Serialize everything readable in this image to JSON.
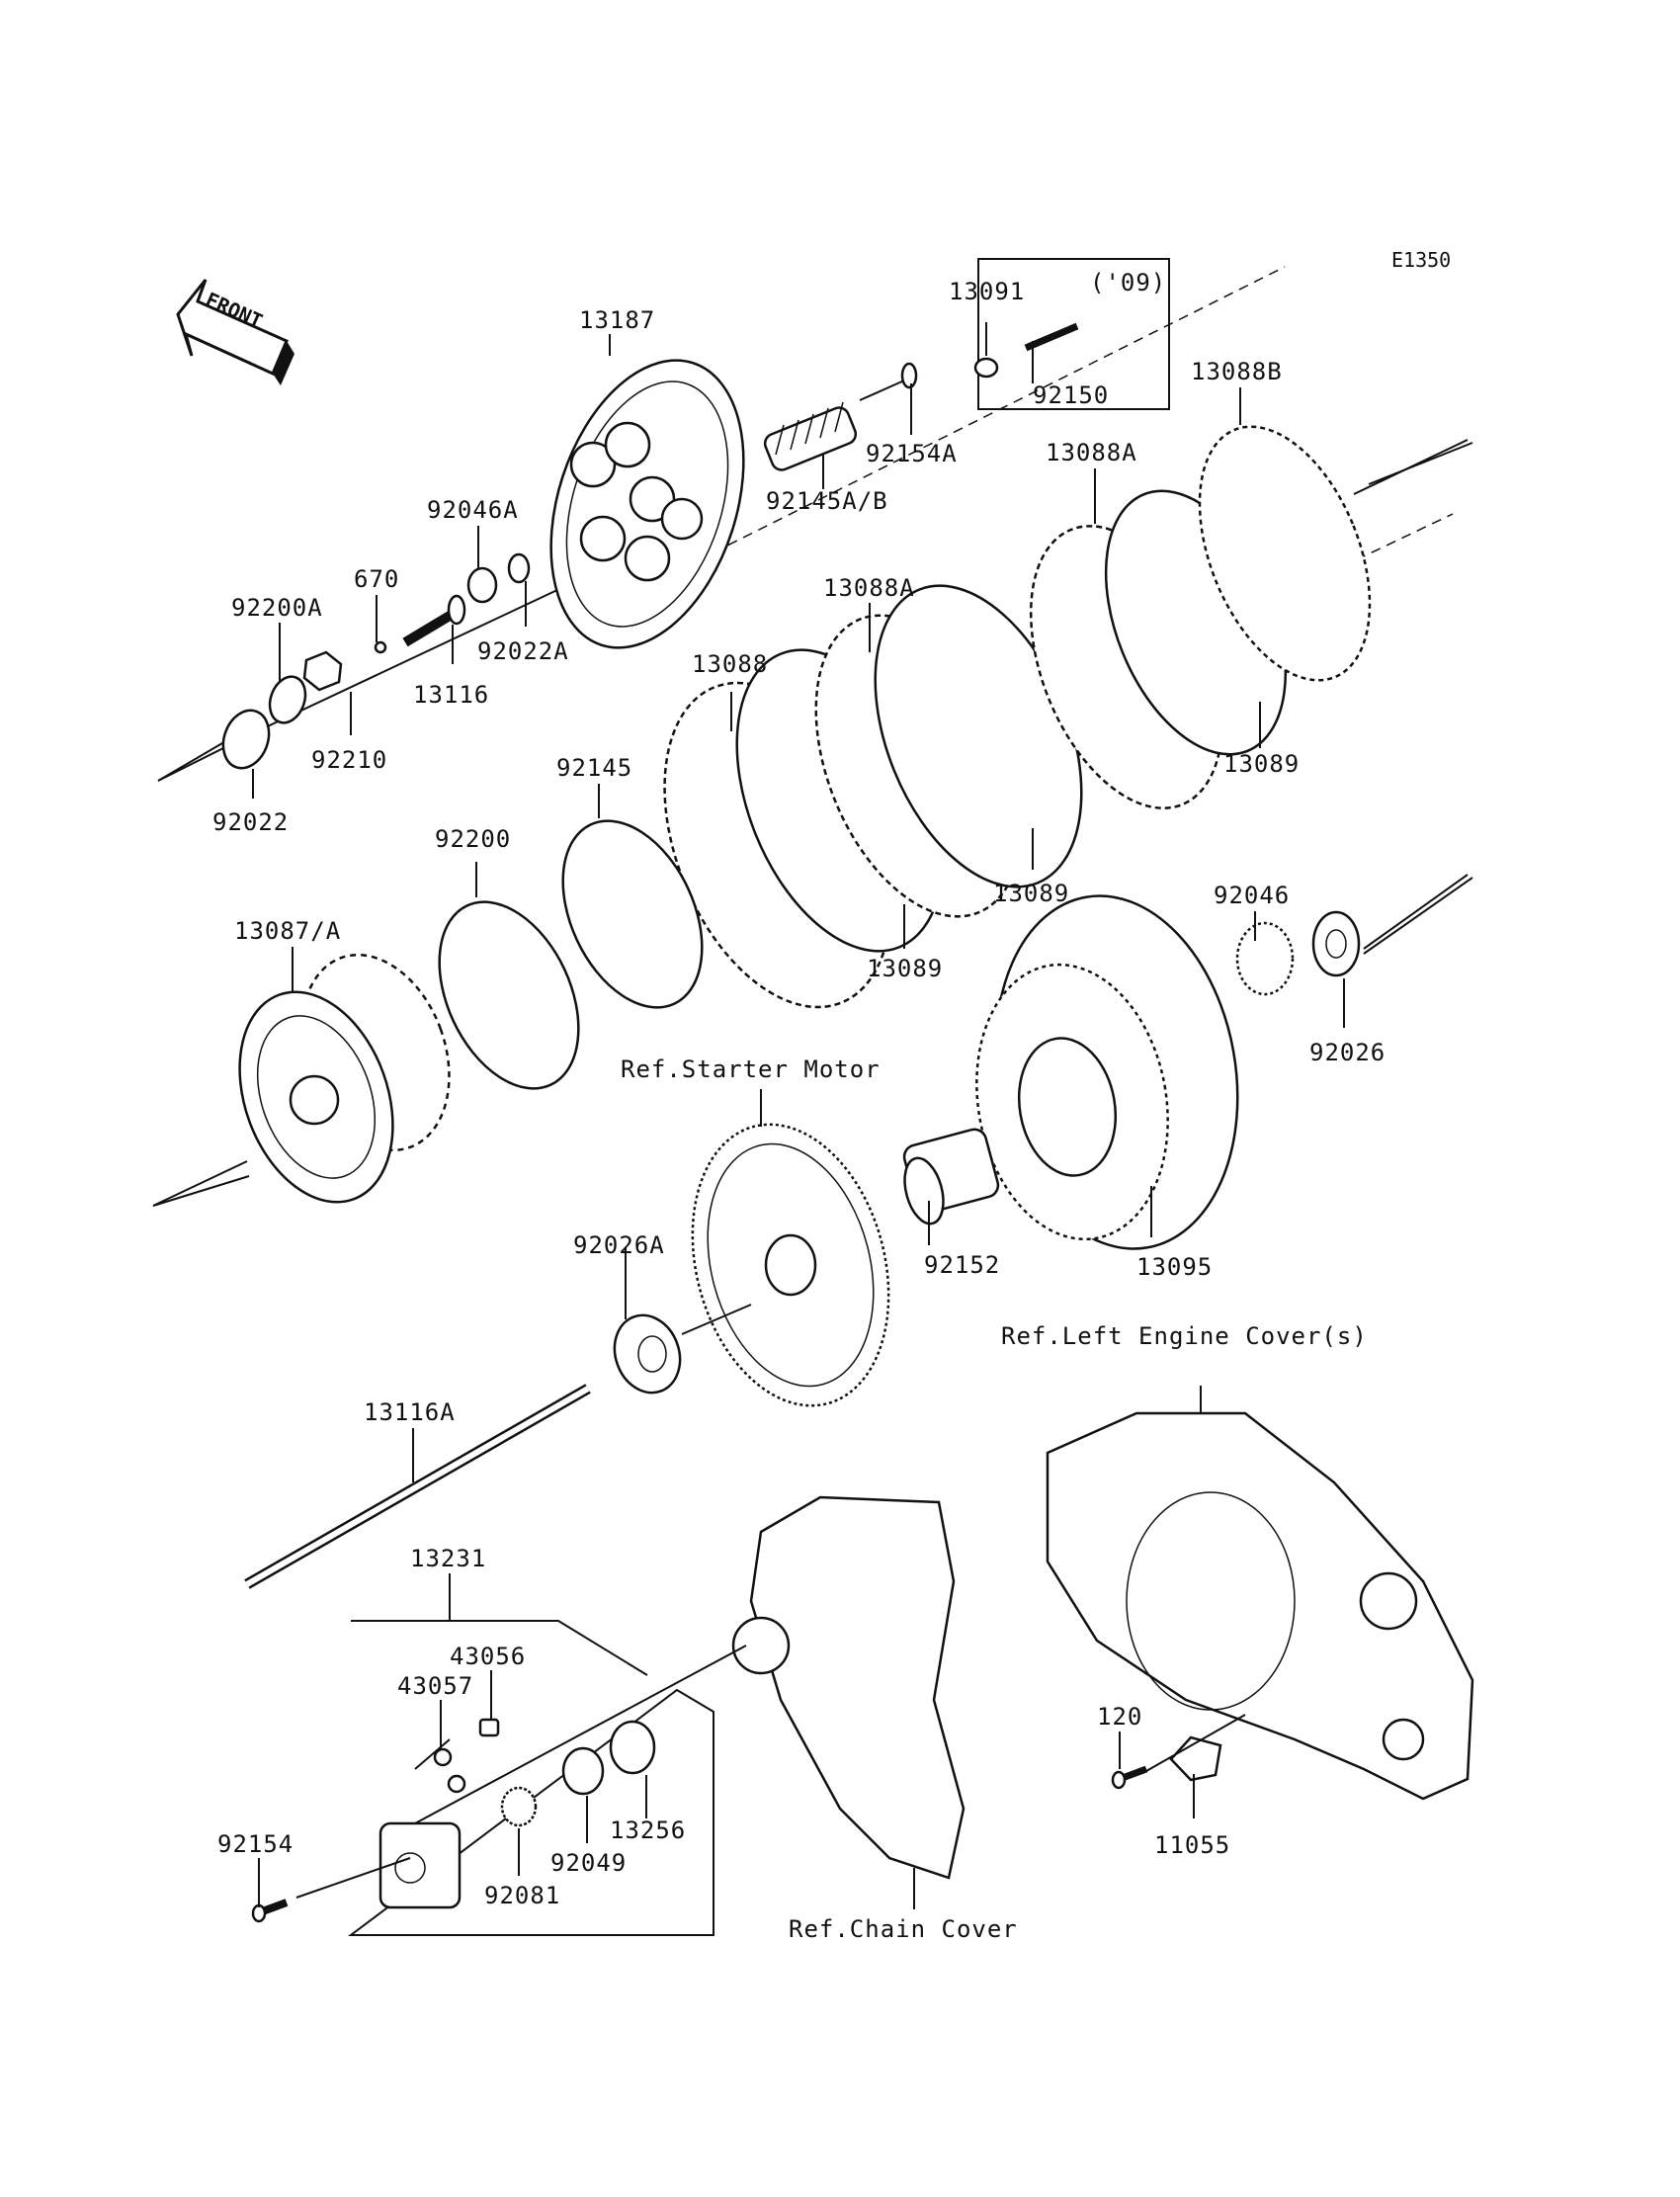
{
  "diagram_code": "E1350",
  "front_marker": "FRONT",
  "year_note": "('09)",
  "labels": {
    "p13187": "13187",
    "p13091": "13091",
    "p92150": "92150",
    "p92154A": "92154A",
    "p92145AB": "92145A/B",
    "p13088B": "13088B",
    "p13088A_top": "13088A",
    "p13088A_mid": "13088A",
    "p92046A": "92046A",
    "p670": "670",
    "p92200A": "92200A",
    "p92022A": "92022A",
    "p13116": "13116",
    "p92210": "92210",
    "p92022": "92022",
    "p13088": "13088",
    "p92145": "92145",
    "p92200": "92200",
    "p13089_right": "13089",
    "p13089_mid": "13089",
    "p13089_low": "13089",
    "p13087A": "13087/A",
    "p92046": "92046",
    "p92026": "92026",
    "p92026A": "92026A",
    "p92152": "92152",
    "p13095": "13095",
    "p13116A": "13116A",
    "p13231": "13231",
    "p43056": "43056",
    "p43057": "43057",
    "p92154": "92154",
    "p92081": "92081",
    "p92049": "92049",
    "p13256": "13256",
    "p120": "120",
    "p11055": "11055"
  },
  "references": {
    "starter_motor": "Ref.Starter Motor",
    "left_engine_cover": "Ref.Left Engine Cover(s)",
    "chain_cover": "Ref.Chain Cover"
  }
}
